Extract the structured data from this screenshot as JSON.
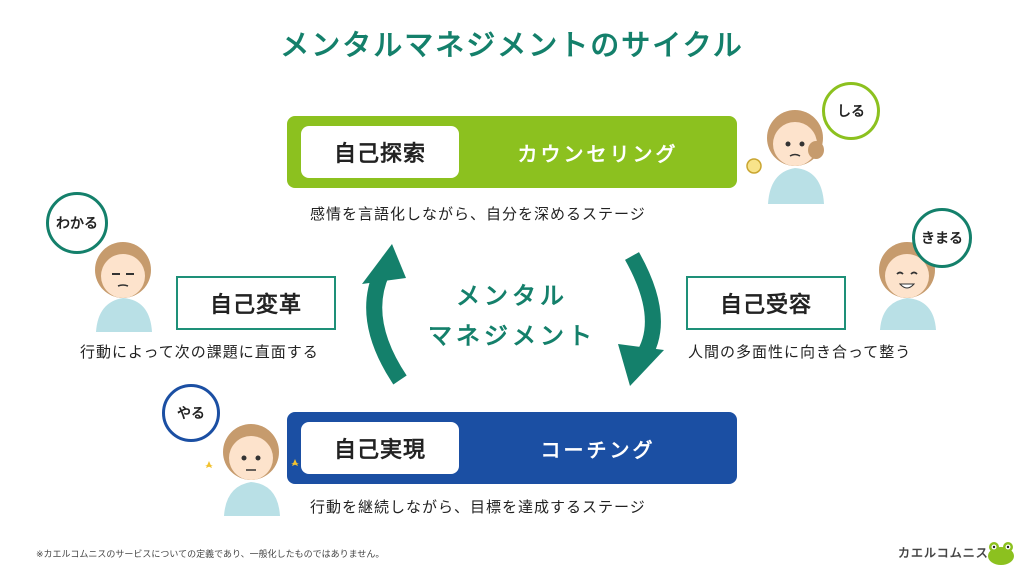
{
  "title": "メンタルマネジメントのサイクル",
  "top": {
    "chip": "自己探索",
    "label": "カウンセリング",
    "desc": "感情を言語化しながら、自分を深めるステージ",
    "bubble": "しる"
  },
  "right": {
    "box": "自己受容",
    "desc": "人間の多面性に向き合って整う",
    "bubble": "きまる"
  },
  "bottom": {
    "chip": "自己実現",
    "label": "コーチング",
    "desc": "行動を継続しながら、目標を達成するステージ",
    "bubble": "やる"
  },
  "left": {
    "box": "自己変革",
    "desc": "行動によって次の課題に直面する",
    "bubble": "わかる"
  },
  "center": {
    "line1": "メンタル",
    "line2": "マネジメント"
  },
  "footnote": "※カエルコムニスのサービスについての定義であり、一般化したものではありません。",
  "brand": "カエルコムニス",
  "colors": {
    "teal": "#14806b",
    "green": "#8cc11f",
    "blue": "#1b4fa3"
  }
}
